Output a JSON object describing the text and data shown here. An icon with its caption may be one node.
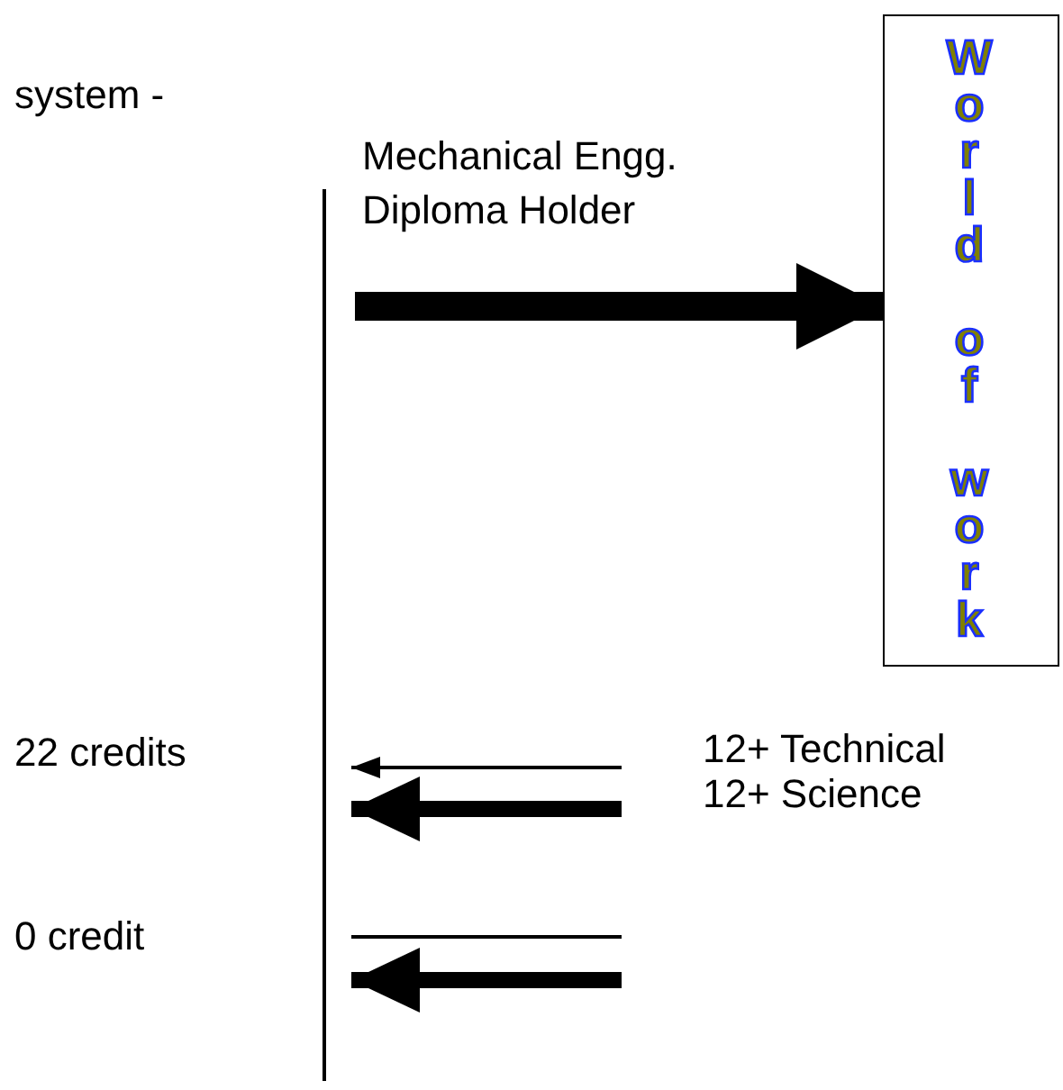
{
  "diagram": {
    "nodes": [
      {
        "text": [
          "World of work"
        ]
      },
      {
        "text": [],
        "shape": "bar"
      }
    ],
    "edges": [
      {
        "from": 1,
        "to": 0,
        "arrow": "to",
        "label": "Mechanical Engg. Diploma Holder"
      },
      {
        "from": null,
        "to": 1,
        "arrow": "to"
      },
      {
        "from": null,
        "to": 1,
        "arrow": "to"
      },
      {
        "from": null,
        "to": 1,
        "arrow": "none"
      },
      {
        "from": null,
        "to": 1,
        "arrow": "to"
      }
    ],
    "labels": [
      "system -",
      "22 credits",
      "12+ Technical",
      "12+ Science",
      "0 credit"
    ]
  }
}
